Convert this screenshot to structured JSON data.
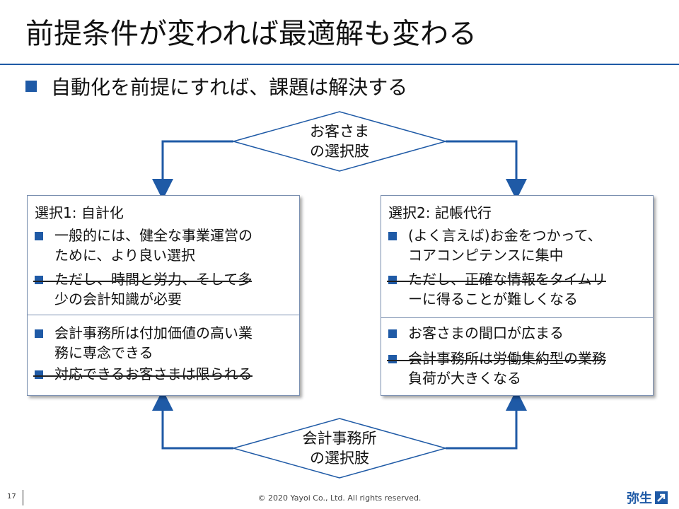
{
  "slide": {
    "title": "前提条件が変われば最適解も変わる",
    "subtitle": "自動化を前提にすれば、課題は解決する",
    "page_number": "17",
    "copyright": "© 2020 Yayoi Co., Ltd.  All rights reserved.",
    "logo": "弥生"
  },
  "diagram": {
    "top_diamond": {
      "line1": "お客さま",
      "line2": "の選択肢"
    },
    "bottom_diamond": {
      "line1": "会計事務所",
      "line2": "の選択肢"
    },
    "left_box": {
      "heading": "選択1: 自計化",
      "top_items": [
        "一般的には、健全な事業運営の\nために、より良い選択",
        "ただし、時間と労力、そして多\n少の会計知識が必要"
      ],
      "bottom_items": [
        "会計事務所は付加価値の高い業\n務に専念できる",
        "対応できるお客さまは限られる"
      ]
    },
    "right_box": {
      "heading": "選択2: 記帳代行",
      "top_items": [
        "(よく言えば)お金をつかって、\nコアコンピテンスに集中",
        "ただし、正確な情報をタイムリ\nーに得ることが難しくなる"
      ],
      "bottom_items": [
        "お客さまの間口が広まる",
        "会計事務所は労働集約型の業務\n負荷が大きくなる"
      ]
    }
  },
  "colors": {
    "accent": "#1f5aa6",
    "box_border": "#7a8fb0",
    "text": "#111111"
  }
}
